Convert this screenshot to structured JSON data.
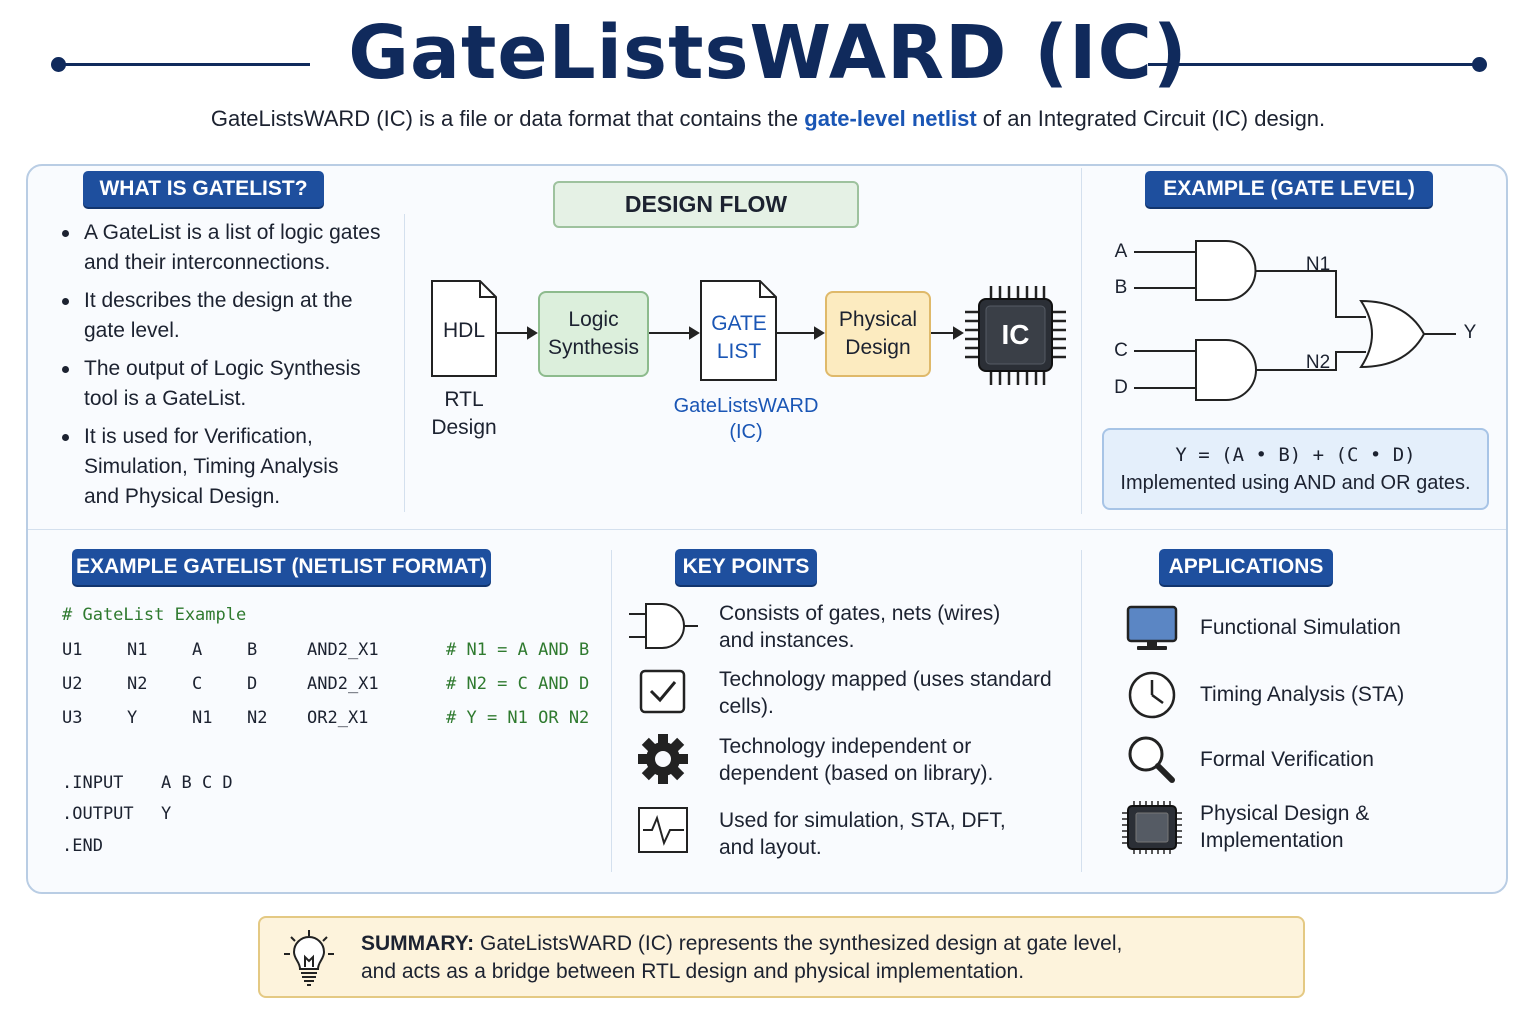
{
  "header": {
    "title": "GateListsWARD (IC)",
    "subtitle_before": "GateListsWARD (IC) is a file or data format that contains the ",
    "subtitle_highlight": "gate-level netlist",
    "subtitle_after": " of an Integrated Circuit (IC) design."
  },
  "what_is": {
    "heading": "WHAT IS GATELIST?",
    "bullets": [
      [
        "A GateList is a list of logic gates",
        "and their interconnections."
      ],
      [
        "It describes the design at the",
        "gate level."
      ],
      [
        "The output of Logic Synthesis",
        "tool is a GateList."
      ],
      [
        "It is used for Verification,",
        "Simulation, Timing Analysis",
        "and Physical Design."
      ]
    ]
  },
  "design_flow": {
    "heading": "DESIGN FLOW",
    "hdl": "HDL",
    "rtl": [
      "RTL",
      "Design"
    ],
    "logic": [
      "Logic",
      "Synthesis"
    ],
    "gate": [
      "GATE",
      "LIST"
    ],
    "gate_caption": [
      "GateListsWARD",
      "(IC)"
    ],
    "physical": [
      "Physical",
      "Design"
    ],
    "ic": "IC"
  },
  "example_gate": {
    "heading": "EXAMPLE (GATE LEVEL)",
    "inputs": [
      "A",
      "B",
      "C",
      "D"
    ],
    "nets": [
      "N1",
      "N2"
    ],
    "output": "Y",
    "formula": "Y = (A • B) + (C • D)",
    "formula_note": "Implemented using AND and OR gates."
  },
  "netlist": {
    "heading": "EXAMPLE GATELIST (NETLIST FORMAT)",
    "comment": "# GateList Example",
    "rows": [
      {
        "inst": "U1",
        "out": "N1",
        "in1": "A",
        "in2": "B",
        "cell": "AND2_X1",
        "note": "# N1 = A AND B"
      },
      {
        "inst": "U2",
        "out": "N2",
        "in1": "C",
        "in2": "D",
        "cell": "AND2_X1",
        "note": "# N2 = C AND D"
      },
      {
        "inst": "U3",
        "out": "Y",
        "in1": "N1",
        "in2": "N2",
        "cell": "OR2_X1",
        "note": "# Y = N1 OR N2"
      }
    ],
    "input_kw": ".INPUT",
    "input_val": "A B C D",
    "output_kw": ".OUTPUT",
    "output_val": "Y",
    "end_kw": ".END"
  },
  "key_points": {
    "heading": "KEY POINTS",
    "items": [
      {
        "icon": "and-gate-icon",
        "lines": [
          "Consists of gates, nets (wires)",
          "and instances."
        ]
      },
      {
        "icon": "checkbox-icon",
        "lines": [
          "Technology mapped (uses standard",
          "cells)."
        ]
      },
      {
        "icon": "gear-icon",
        "lines": [
          "Technology independent or",
          "dependent (based on library)."
        ]
      },
      {
        "icon": "waveform-icon",
        "lines": [
          "Used for simulation, STA, DFT,",
          "and layout."
        ]
      }
    ]
  },
  "applications": {
    "heading": "APPLICATIONS",
    "items": [
      {
        "icon": "monitor-icon",
        "lines": [
          "Functional Simulation"
        ]
      },
      {
        "icon": "clock-icon",
        "lines": [
          "Timing Analysis (STA)"
        ]
      },
      {
        "icon": "magnifier-icon",
        "lines": [
          "Formal Verification"
        ]
      },
      {
        "icon": "chip-icon",
        "lines": [
          "Physical Design &",
          "Implementation"
        ]
      }
    ]
  },
  "summary": {
    "label": "SUMMARY:",
    "line1": " GateListsWARD (IC) represents the synthesized design at gate level,",
    "line2": "and acts as a bridge between RTL design and physical implementation."
  },
  "colors": {
    "navy": "#102a5c",
    "badge_blue": "#1e4f9e",
    "link_blue": "#1a56b5",
    "synthesis_green": "#dcefdc",
    "physical_yellow": "#fcebc0",
    "comment_green": "#2f7a2f"
  }
}
